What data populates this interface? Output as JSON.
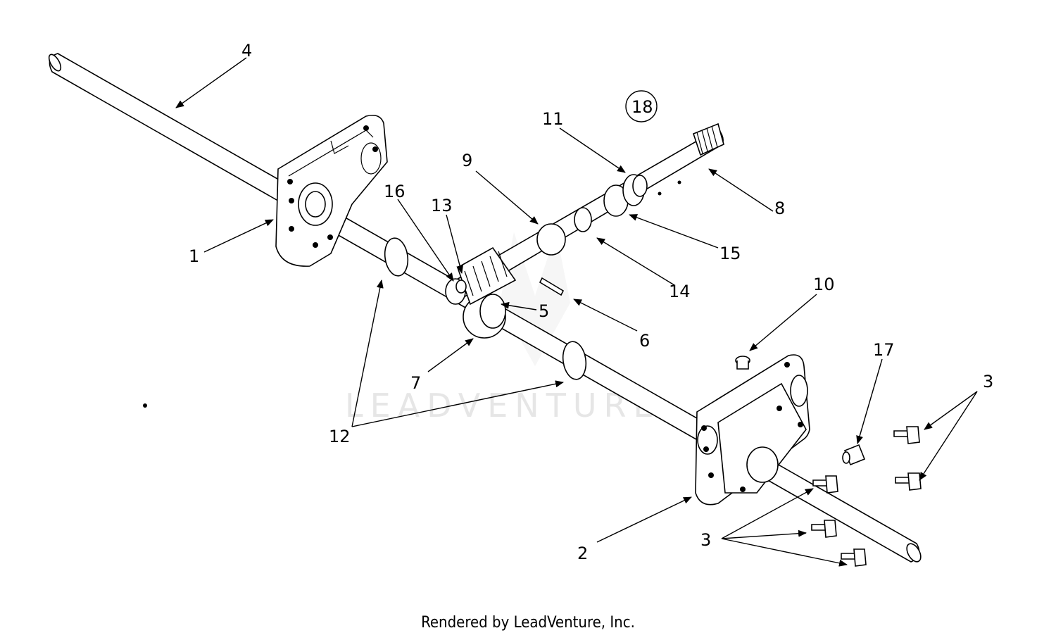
{
  "watermark": "LEADVENTURE",
  "footer": "Rendered by LeadVenture, Inc.",
  "labels": {
    "l1": "1",
    "l2": "2",
    "l3a": "3",
    "l3b": "3",
    "l4": "4",
    "l5": "5",
    "l6": "6",
    "l7": "7",
    "l8": "8",
    "l9": "9",
    "l10": "10",
    "l11": "11",
    "l12": "12",
    "l13": "13",
    "l14": "14",
    "l15": "15",
    "l16": "16",
    "l17": "17",
    "l18": "18"
  },
  "colors": {
    "line": "#000000",
    "watermark": "#e6e6e6",
    "background": "#ffffff"
  }
}
